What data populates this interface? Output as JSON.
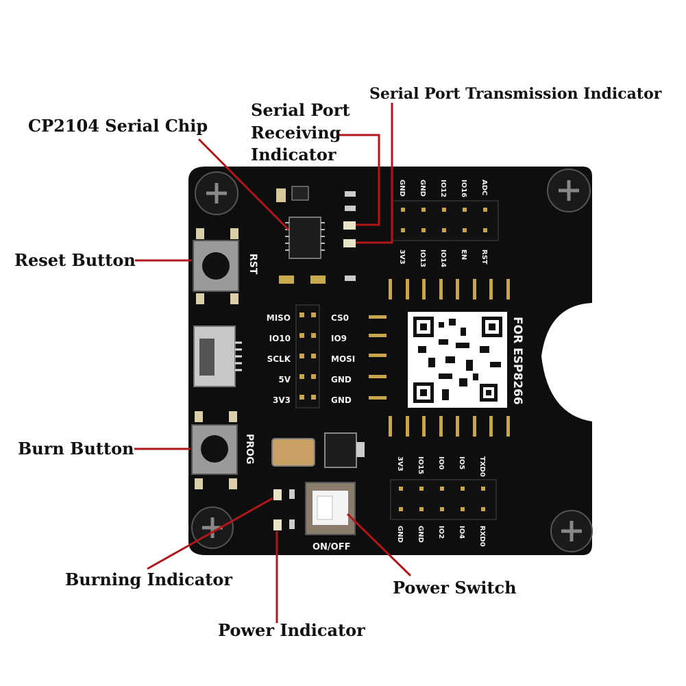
{
  "labels": {
    "cp2104": "CP2104 Serial Chip",
    "rx_line1": "Serial Port",
    "rx_line2": "Receiving",
    "rx_line3": "Indicator",
    "tx": "Serial Port Transmission Indicator",
    "reset": "Reset Button",
    "burn": "Burn Button",
    "burning": "Burning Indicator",
    "power_ind": "Power Indicator",
    "power_sw": "Power Switch"
  },
  "silkscreen": {
    "rst": "RST",
    "prog": "PROG",
    "onoff": "ON/OFF",
    "board_title": "FOR ESP8266",
    "top_header_upper": [
      "GND",
      "GND",
      "IO12",
      "IO16",
      "ADC"
    ],
    "top_header_lower": [
      "3V3",
      "IO13",
      "IO14",
      "EN",
      "RST"
    ],
    "bottom_header_upper": [
      "3V3",
      "IO15",
      "IO0",
      "IO5",
      "TXD0"
    ],
    "bottom_header_lower": [
      "GND",
      "GND",
      "IO2",
      "IO4",
      "RXD0"
    ],
    "spi_left": [
      "MISO",
      "IO10",
      "SCLK",
      "5V",
      "3V3"
    ],
    "spi_right": [
      "CS0",
      "IO9",
      "MOSI",
      "GND",
      "GND"
    ]
  },
  "colors": {
    "board": "#0e0e0e",
    "leader_line": "#b0161a",
    "silkscreen": "#f2f2f2",
    "pin_gold": "#c9a64a"
  }
}
